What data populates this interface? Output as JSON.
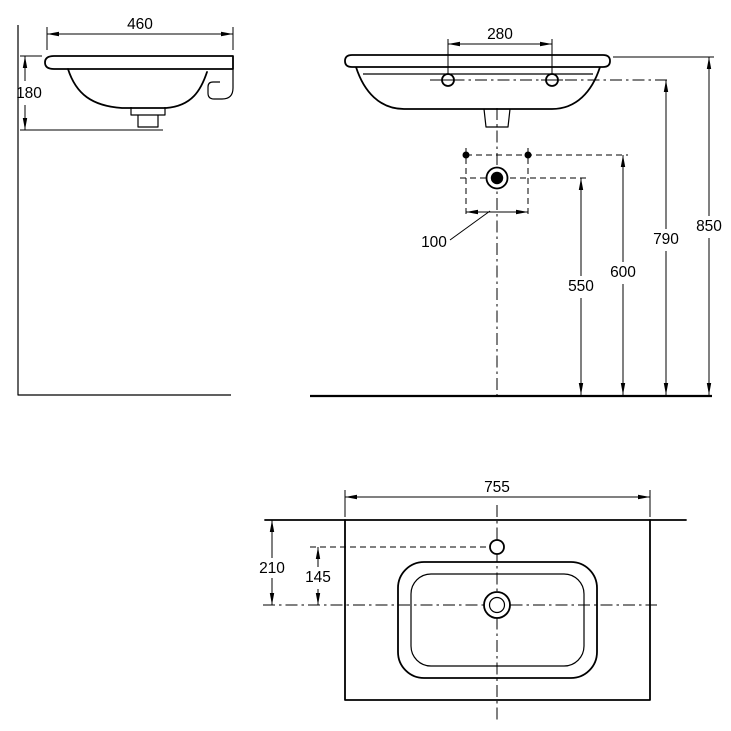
{
  "page": {
    "background": "#ffffff",
    "line_color": "#000000"
  },
  "drawing": {
    "side_view": {
      "width": "460",
      "height": "180"
    },
    "front_view": {
      "tap_hole_spacing": "280",
      "drain_dim": "100",
      "drain_height": "550",
      "fixing_height": "600",
      "tap_hole_height": "790",
      "rim_height": "850"
    },
    "plan_view": {
      "width": "755",
      "edge_to_drain": "210",
      "tap_to_drain": "145"
    }
  }
}
